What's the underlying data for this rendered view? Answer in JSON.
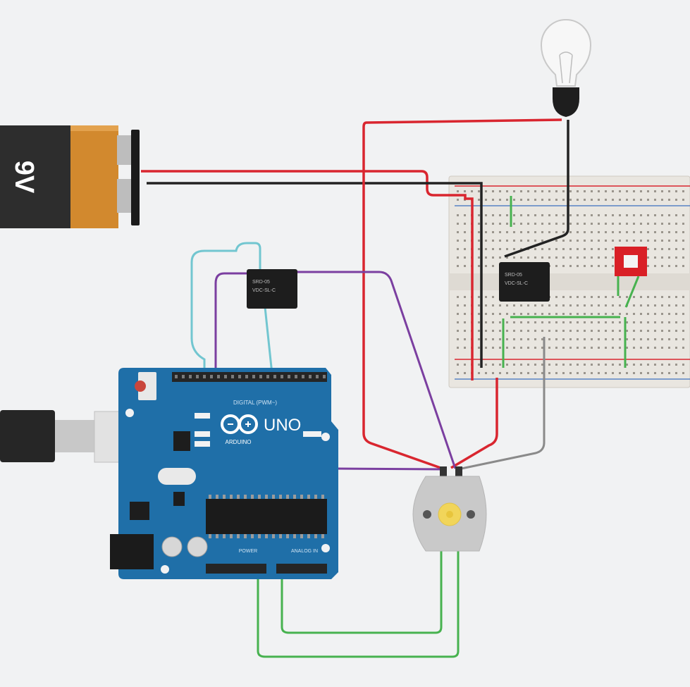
{
  "battery": {
    "label": "9V"
  },
  "arduino": {
    "model": "UNO",
    "brand": "ARDUINO",
    "header_digital": "DIGITAL (PWM~)",
    "header_power": "POWER",
    "header_analog": "ANALOG IN"
  },
  "chips": {
    "left": {
      "line1": "SRD-05",
      "line2": "VDC-SL-C"
    },
    "right": {
      "line1": "SRD-05",
      "line2": "VDC-SL-C"
    }
  },
  "colors": {
    "background": "#f1f2f3",
    "wire_red": "#d9262f",
    "wire_black": "#222222",
    "wire_teal": "#72c6d0",
    "wire_purple": "#7b3fa0",
    "wire_green": "#47b24f",
    "wire_gray": "#8a8a8a",
    "arduino_blue": "#1f6fa8",
    "battery_orange": "#d2892e",
    "breadboard": "#e8e5df"
  },
  "icons": [
    "lightbulb-icon",
    "usb-cable-icon",
    "dc-motor-icon",
    "dip-switch-icon",
    "relay-chip-icon"
  ]
}
